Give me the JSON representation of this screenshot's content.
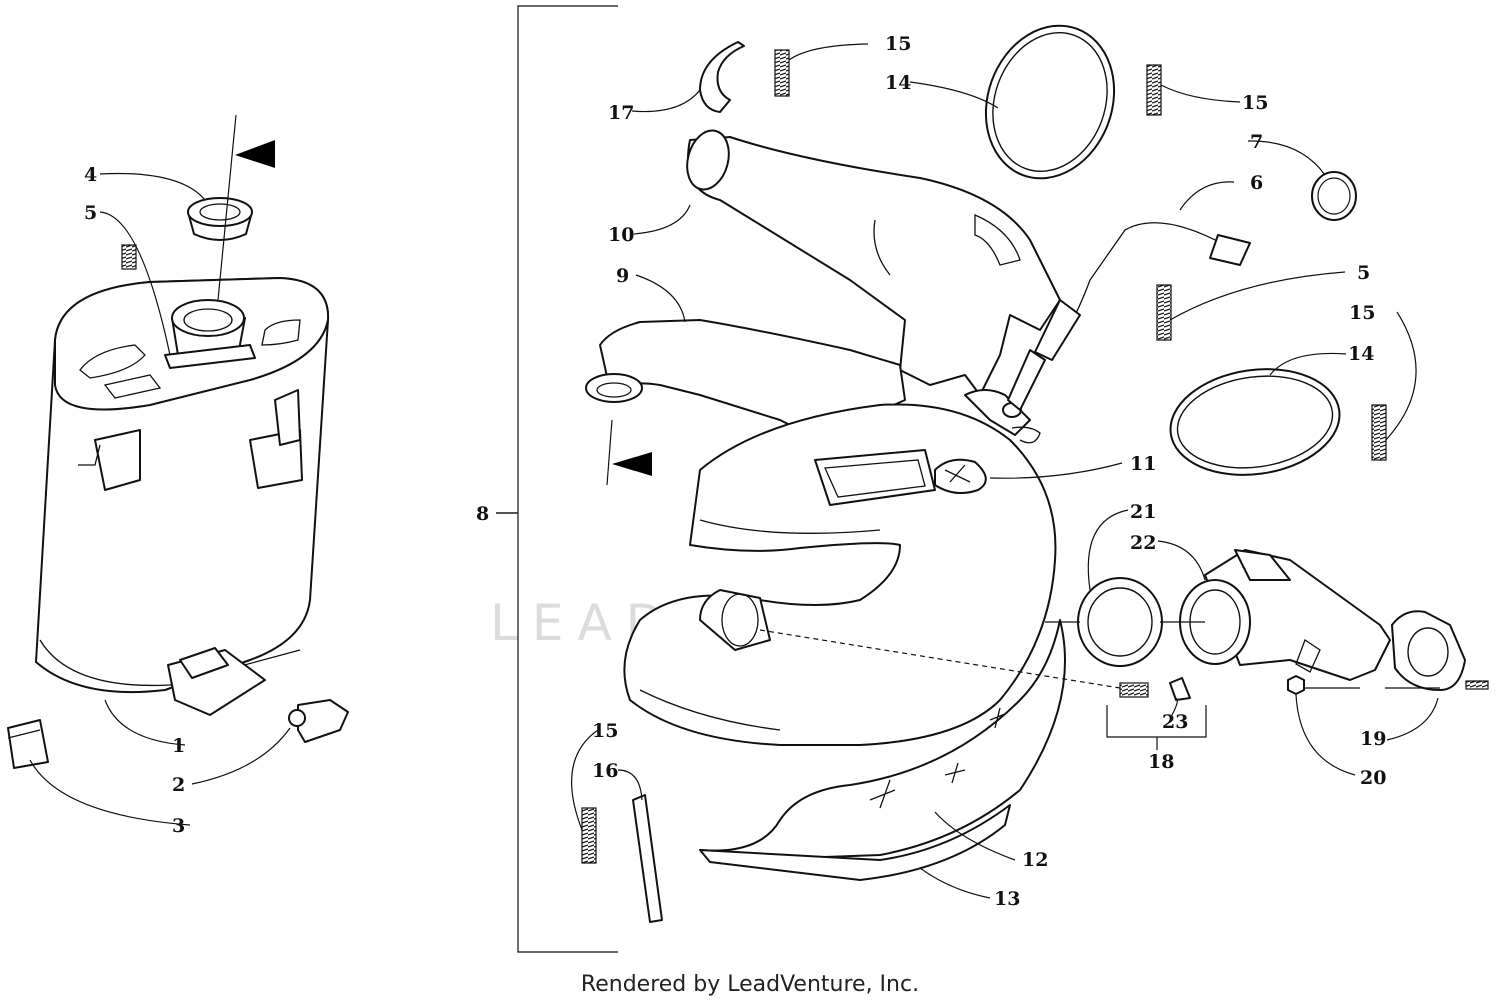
{
  "diagram": {
    "watermark": "LEADVENTURE",
    "footer": "Rendered by LeadVenture, Inc.",
    "callouts": [
      {
        "id": "c1",
        "label": "1"
      },
      {
        "id": "c2",
        "label": "2"
      },
      {
        "id": "c3",
        "label": "3"
      },
      {
        "id": "c4",
        "label": "4"
      },
      {
        "id": "c5a",
        "label": "5"
      },
      {
        "id": "c5b",
        "label": "5"
      },
      {
        "id": "c6",
        "label": "6"
      },
      {
        "id": "c7",
        "label": "7"
      },
      {
        "id": "c8",
        "label": "8"
      },
      {
        "id": "c9",
        "label": "9"
      },
      {
        "id": "c10",
        "label": "10"
      },
      {
        "id": "c11",
        "label": "11"
      },
      {
        "id": "c12",
        "label": "12"
      },
      {
        "id": "c13",
        "label": "13"
      },
      {
        "id": "c14a",
        "label": "14"
      },
      {
        "id": "c14b",
        "label": "14"
      },
      {
        "id": "c15a",
        "label": "15"
      },
      {
        "id": "c15b",
        "label": "15"
      },
      {
        "id": "c15c",
        "label": "15"
      },
      {
        "id": "c15d",
        "label": "15"
      },
      {
        "id": "c16",
        "label": "16"
      },
      {
        "id": "c17",
        "label": "17"
      },
      {
        "id": "c18",
        "label": "18"
      },
      {
        "id": "c19",
        "label": "19"
      },
      {
        "id": "c20",
        "label": "20"
      },
      {
        "id": "c21",
        "label": "21"
      },
      {
        "id": "c22",
        "label": "22"
      },
      {
        "id": "c23",
        "label": "23"
      }
    ]
  }
}
